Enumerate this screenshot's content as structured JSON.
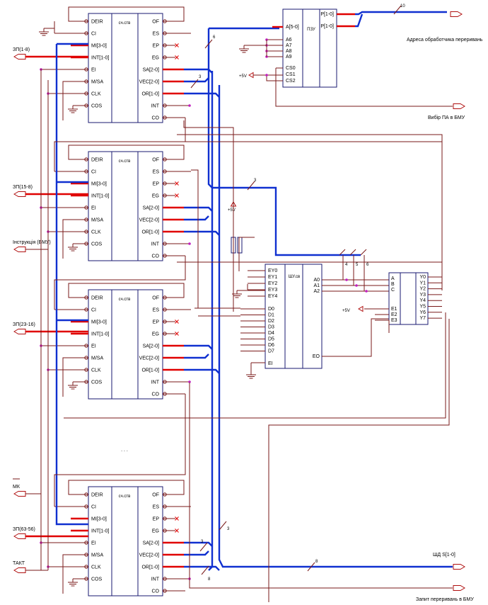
{
  "counter_title": "сч.ств",
  "rom_title": "ПЗУ",
  "encoder_title": "ШУ.св",
  "chip_left_pins": [
    "DEIR",
    "CI",
    "MI[3-0]",
    "INT[1-0]",
    "EI",
    "M/SA",
    "CLK",
    "COS"
  ],
  "chip_right_pins": [
    "OF",
    "ES",
    "EP",
    "EG",
    "SA[2-0]",
    "VEC[2-0]",
    "OR[1-0]",
    "INT",
    "CO"
  ],
  "rom_pins": {
    "addr": "A[5-0]",
    "a_list": [
      "A6",
      "A7",
      "A8",
      "A9"
    ],
    "cs_list": [
      "CS0",
      "CS1",
      "CS2"
    ],
    "outs": [
      "P[1-0]",
      "P[1-0]"
    ]
  },
  "encoder_pins": {
    "ey": [
      "EY0",
      "EY1",
      "EY2",
      "EY3",
      "EY4"
    ],
    "d": [
      "D0",
      "D1",
      "D2",
      "D3",
      "D4",
      "D5",
      "D6",
      "D7"
    ],
    "ei": "EI",
    "a": [
      "A0",
      "A1",
      "A2"
    ],
    "eo": "EO"
  },
  "decoder_pins": {
    "in": [
      "A",
      "B",
      "C"
    ],
    "e": [
      "E1",
      "E2",
      "E3"
    ],
    "y": [
      "Y0",
      "Y1",
      "Y2",
      "Y3",
      "Y4",
      "Y5",
      "Y6",
      "Y7"
    ]
  },
  "left_labels": [
    "ЗП(1-8)",
    "ЗП(15-8)",
    "Інструкція (БМУ)",
    "ЗП(23-16)",
    "МК",
    "ЗП(63-56)",
    "ТАКТ"
  ],
  "right_labels": {
    "addr": "Адреса обработчика переривань",
    "vybir": "Вибір ПА в БМУ",
    "shd": "ШД S[1-0]",
    "zapyt": "Запит переривань в БМУ"
  },
  "bus_widths": {
    "top_out": "10",
    "rom_bus": "6",
    "sa_top": "3",
    "enc_in": "3",
    "dec_taps": [
      "4",
      "5",
      "6"
    ],
    "sa_bot": "3",
    "vec_bot": "3",
    "shd": "8",
    "or_bot": "8"
  },
  "supply": "+5V",
  "ellipsis": ".     .     ."
}
